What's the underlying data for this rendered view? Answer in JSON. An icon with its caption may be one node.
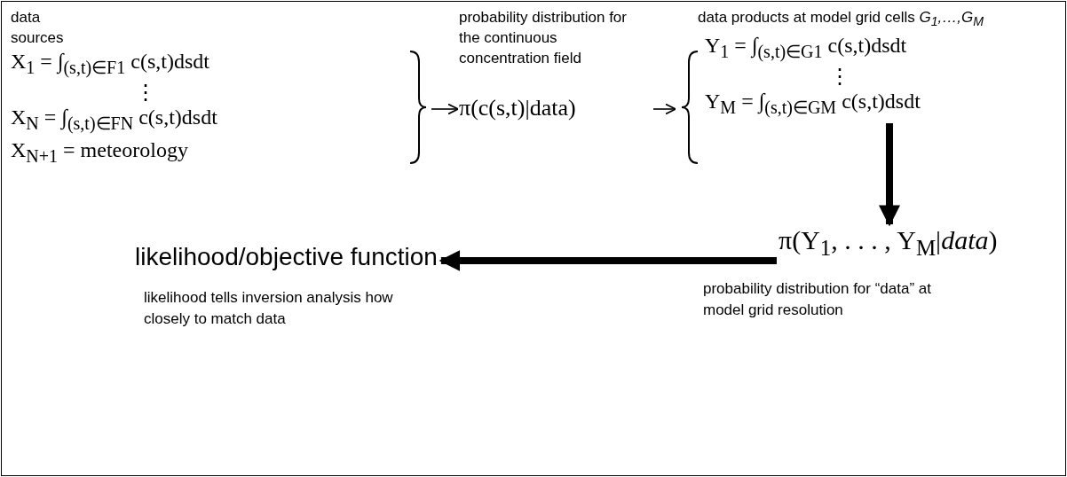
{
  "diagram": {
    "nodes": [
      {
        "text": [
          "data sources",
          "X$_{1}$ = ∫$_{(s,t)∈F}$$_{1}$ c(s,t)dsdt",
          "⋮",
          "X$_{N}$ = ∫$_{(s,t)∈F}$$_{N}$ c(s,t)dsdt",
          "X$_{N+1}$ = meteorology"
        ]
      },
      {
        "text": [
          "probability distribution for the continuous concentration field",
          "π(c(s,t)|data)"
        ]
      },
      {
        "text": [
          "data products at model grid cells *G$_{1}$,…,G$_{M}$*",
          "Y$_{1}$ = ∫$_{(s,t)∈G}$$_{1}$ c(s,t)dsdt",
          "⋮",
          "Y$_{M}$ = ∫$_{(s,t)∈G}$$_{M}$ c(s,t)dsdt"
        ]
      },
      {
        "text": [
          "π(Y$_{1}$, . . . , Y$_{M}$|*data*)"
        ],
        "beside": [
          "probability distribution for “data” at model grid resolution"
        ]
      },
      {
        "text": [
          "likelihood/objective function"
        ],
        "beside": [
          "likelihood tells inversion analysis how closely to match data"
        ]
      }
    ],
    "edges": [
      {
        "from": 0,
        "to": 1,
        "arrow": "to"
      },
      {
        "from": 1,
        "to": 2,
        "arrow": "to"
      },
      {
        "from": 2,
        "to": 3,
        "arrow": "to",
        "style": "thick"
      },
      {
        "from": 3,
        "to": 4,
        "arrow": "to",
        "style": "thick"
      }
    ]
  }
}
